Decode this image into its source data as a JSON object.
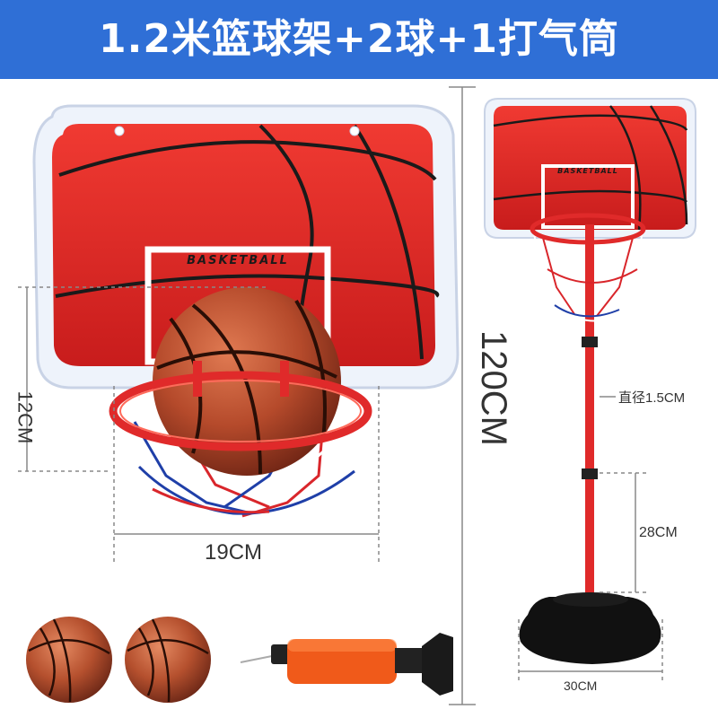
{
  "header": {
    "title": "1.2米篮球架+2球+1打气筒"
  },
  "left_product": {
    "backboard_text": "BASKETBALL",
    "height_label": "12CM",
    "width_label": "19CM"
  },
  "right_product": {
    "backboard_text": "BASKETBALL",
    "total_height_label": "120CM",
    "pole_diameter_label": "直径1.5CM",
    "segment_label": "28CM",
    "base_label": "30CM"
  },
  "colors": {
    "banner": "#2f6fd6",
    "backboard_red": "#e02a2a",
    "ball": "#b54a2b",
    "pump_orange": "#f05a1a"
  },
  "icons": [
    "basketball-hoop",
    "basketball",
    "air-pump"
  ]
}
